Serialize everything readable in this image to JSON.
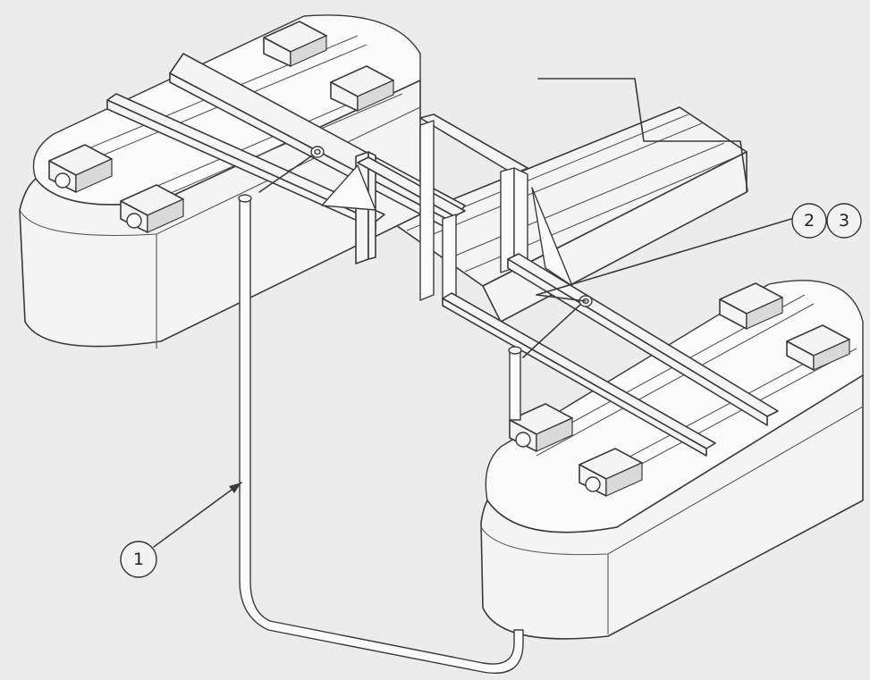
{
  "callouts": [
    {
      "label": "1",
      "part": "pipe"
    },
    {
      "label": "2",
      "part": "bracket"
    },
    {
      "label": "3",
      "part": "bracket"
    }
  ],
  "colors": {
    "background": "#ececec",
    "line": "#3a3a3a"
  }
}
